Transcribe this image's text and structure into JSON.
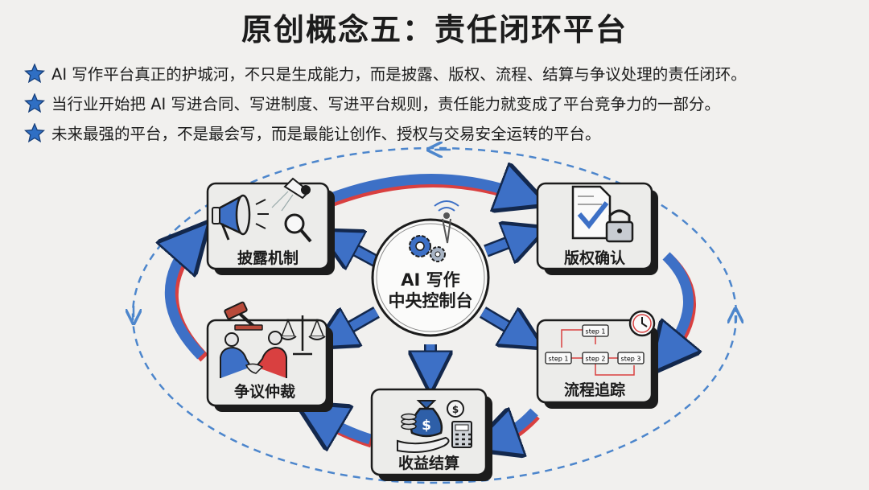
{
  "title": "原创概念五：责任闭环平台",
  "bullets": [
    "AI 写作平台真正的护城河，不只是生成能力，而是披露、版权、流程、结算与争议处理的责任闭环。",
    "当行业开始把 AI 写进合同、写进制度、写进平台规则，责任能力就变成了平台竞争力的一部分。",
    "未来最强的平台，不是最会写，而是最能让创作、授权与交易安全运转的平台。"
  ],
  "center": {
    "line1": "AI 写作",
    "line2": "中央控制台"
  },
  "nodes": {
    "disclosure": "披露机制",
    "copyright": "版权确认",
    "process": "流程追踪",
    "settlement": "收益结算",
    "arbitration": "争议仲裁"
  },
  "process_steps": [
    "step 1",
    "step 1",
    "step 2",
    "step 3"
  ],
  "icon_names": [
    "star-icon",
    "megaphone-icon",
    "spotlight-icon",
    "magnifier-icon",
    "document-check-icon",
    "padlock-icon",
    "clock-icon",
    "gears-icon",
    "antenna-icon",
    "money-bag-icon",
    "coins-icon",
    "calculator-icon",
    "gavel-icon",
    "scales-icon",
    "handshake-icon"
  ],
  "colors": {
    "background": "#f1f0ee",
    "arrow_blue": "#3d70c6",
    "arrow_red": "#d94040",
    "dashed_loop": "#4d86cc",
    "star_blue": "#2f6fc4",
    "ink": "#1c1c1c"
  }
}
